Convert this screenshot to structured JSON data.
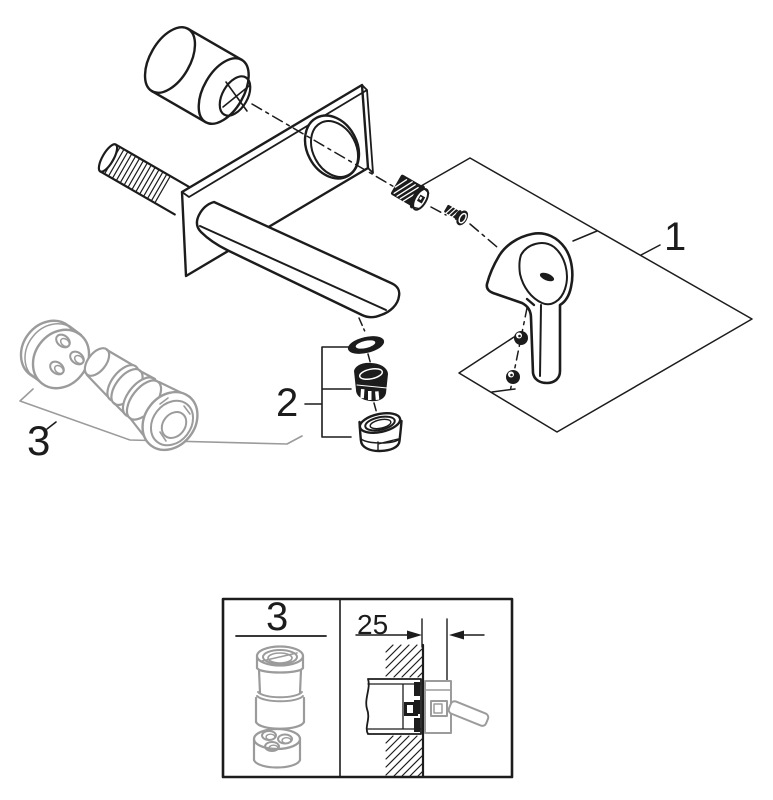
{
  "diagram": {
    "kind": "exploded-parts-line-drawing",
    "colors": {
      "ink": "#1c1c1c",
      "muted_gray": "#9b9b9b",
      "background": "#ffffff"
    },
    "callouts": {
      "item_1": "1",
      "item_2": "2",
      "item_3": "3"
    },
    "detail_box": {
      "part_label": "3",
      "dimension_mm": "25"
    }
  }
}
